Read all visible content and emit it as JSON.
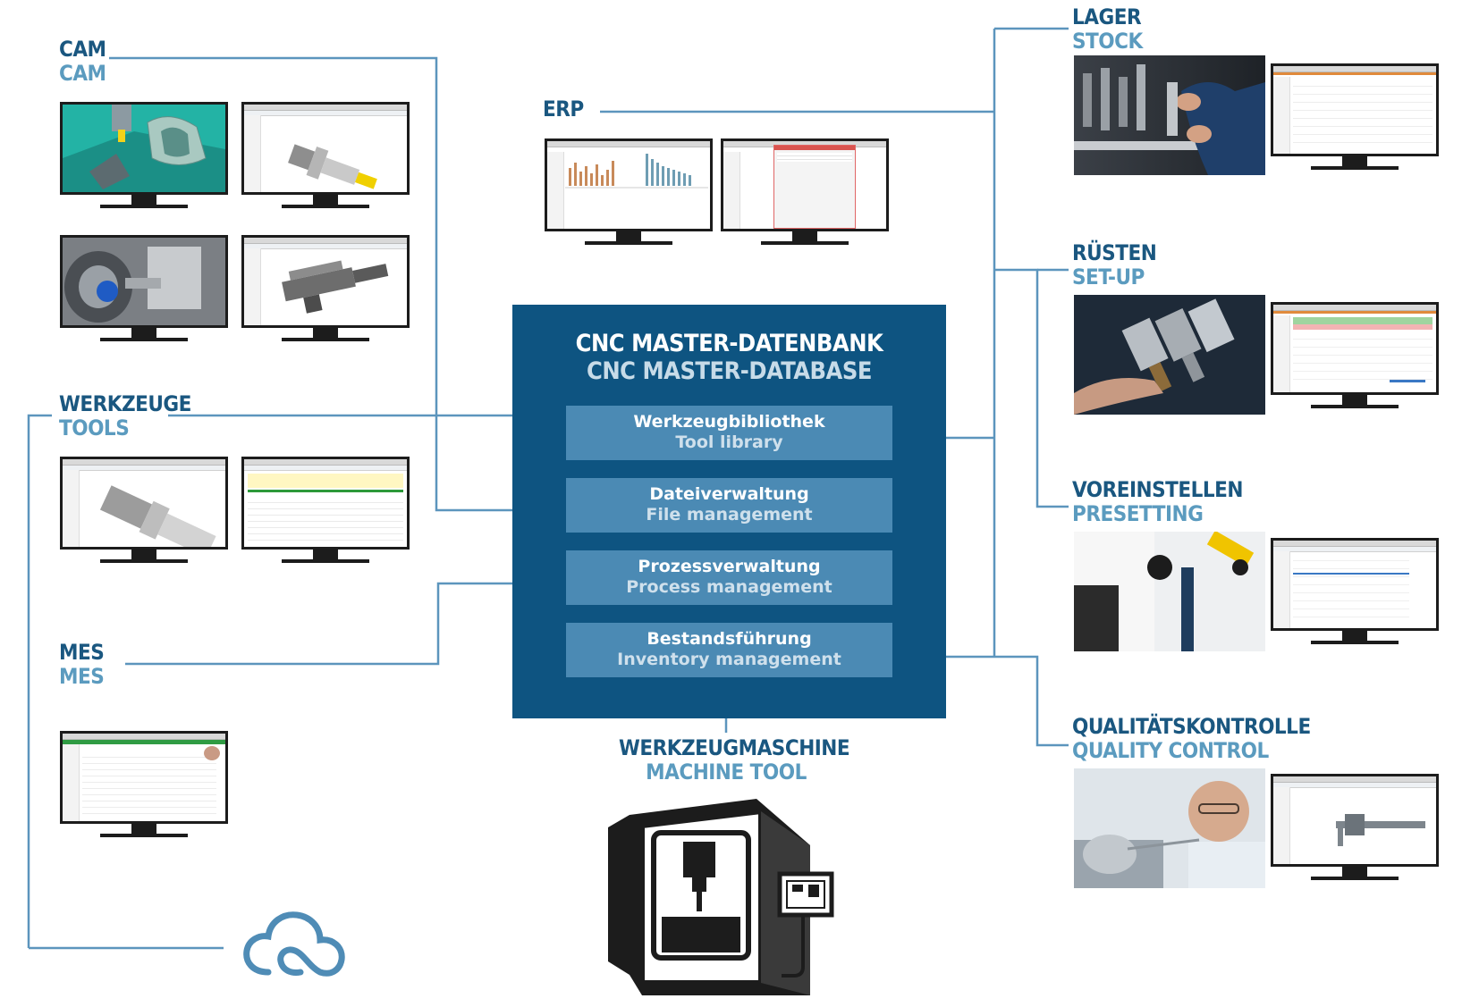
{
  "database": {
    "title": "CNC MASTER-DATENBANK",
    "subtitle": "CNC MASTER-DATABASE",
    "modules": [
      {
        "de": "Werkzeugbibliothek",
        "en": "Tool library"
      },
      {
        "de": "Dateiverwaltung",
        "en": "File management"
      },
      {
        "de": "Prozessverwaltung",
        "en": "Process management"
      },
      {
        "de": "Bestandsführung",
        "en": "Inventory management"
      }
    ]
  },
  "nodes": {
    "cam": {
      "de": "CAM",
      "en": "CAM"
    },
    "werkzeuge": {
      "de": "WERKZEUGE",
      "en": "TOOLS"
    },
    "mes": {
      "de": "MES",
      "en": "MES"
    },
    "erp": {
      "de": "ERP"
    },
    "machine": {
      "de": "WERKZEUGMASCHINE",
      "en": "MACHINE TOOL"
    },
    "lager": {
      "de": "LAGER",
      "en": "STOCK"
    },
    "ruesten": {
      "de": "RÜSTEN",
      "en": "SET-UP"
    },
    "voreinstellen": {
      "de": "VOREINSTELLEN",
      "en": "PRESETTING"
    },
    "qualitaet": {
      "de": "QUALITÄTSKONTROLLE",
      "en": "QUALITY CONTROL"
    }
  },
  "icons": {
    "cloud": "cloud-icon",
    "machine": "cnc-machine-icon",
    "monitor": "monitor-icon"
  },
  "colors": {
    "dark_blue": "#0e5481",
    "module_blue": "#4b8ab4",
    "label_dark": "#1a5780",
    "label_light": "#5b9bbf",
    "line": "#5c95bd"
  }
}
